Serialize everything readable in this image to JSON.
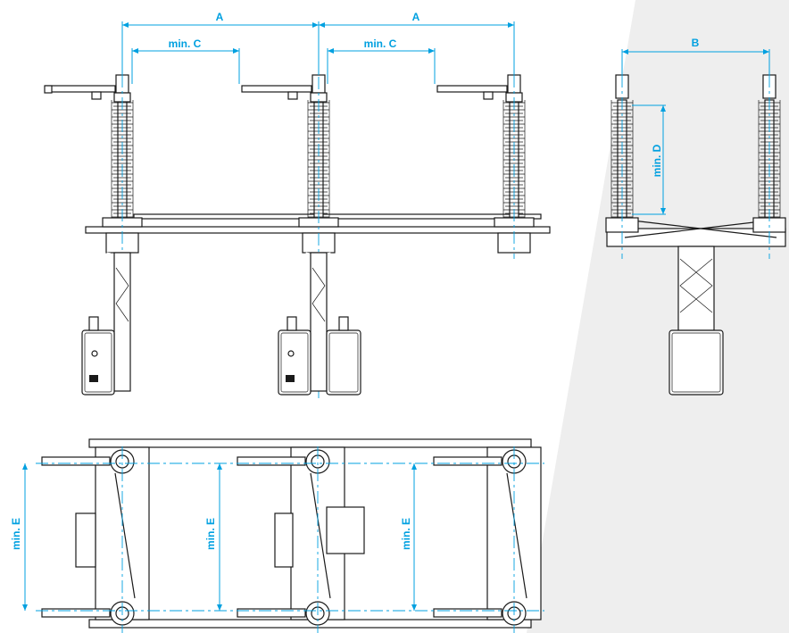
{
  "colors": {
    "dimension": "#00a0e0",
    "drawing": "#1a1a1a",
    "panel": "#eeeeee",
    "background": "#ffffff"
  },
  "labels": {
    "dim_a_left": "A",
    "dim_a_right": "A",
    "dim_c_left": "min. C",
    "dim_c_right": "min. C",
    "dim_b": "B",
    "dim_d": "min. D",
    "dim_e_1": "min. E",
    "dim_e_2": "min. E",
    "dim_e_3": "min. E"
  }
}
